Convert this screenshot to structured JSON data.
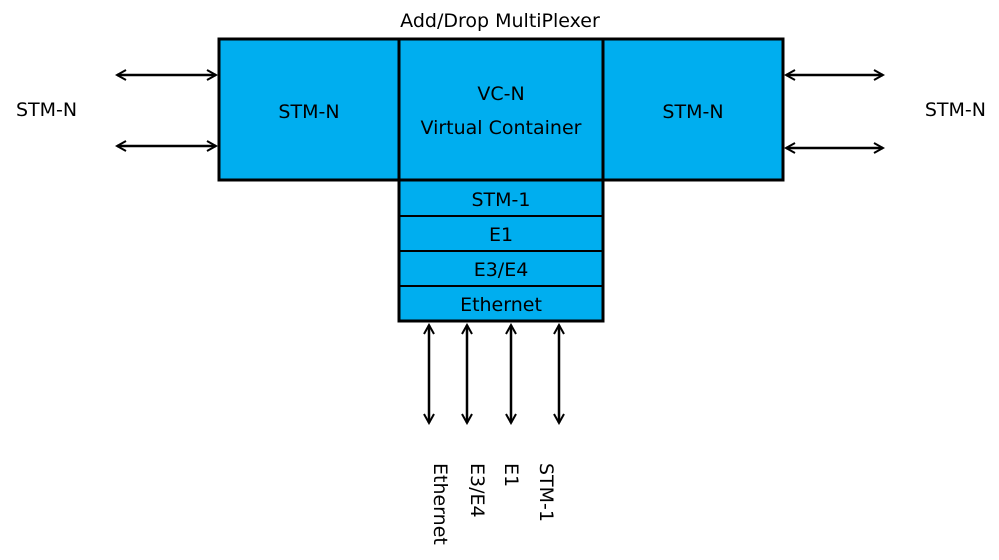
{
  "title": "Add/Drop MultiPlexer",
  "left_port": {
    "label": "STM-N"
  },
  "left_block": {
    "label": "STM-N"
  },
  "center_block": {
    "line1": "VC-N",
    "line2": "Virtual Container"
  },
  "right_block": {
    "label": "STM-N"
  },
  "right_port": {
    "label": "STM-N"
  },
  "tributary_rows": [
    "STM-1",
    "E1",
    "E3/E4",
    "Ethernet"
  ],
  "drop_ports": [
    "Ethernet",
    "E3/E4",
    "E1",
    "STM-1"
  ],
  "colors": {
    "block_fill": "#00aeef",
    "stroke": "#000000",
    "text": "#000000"
  }
}
